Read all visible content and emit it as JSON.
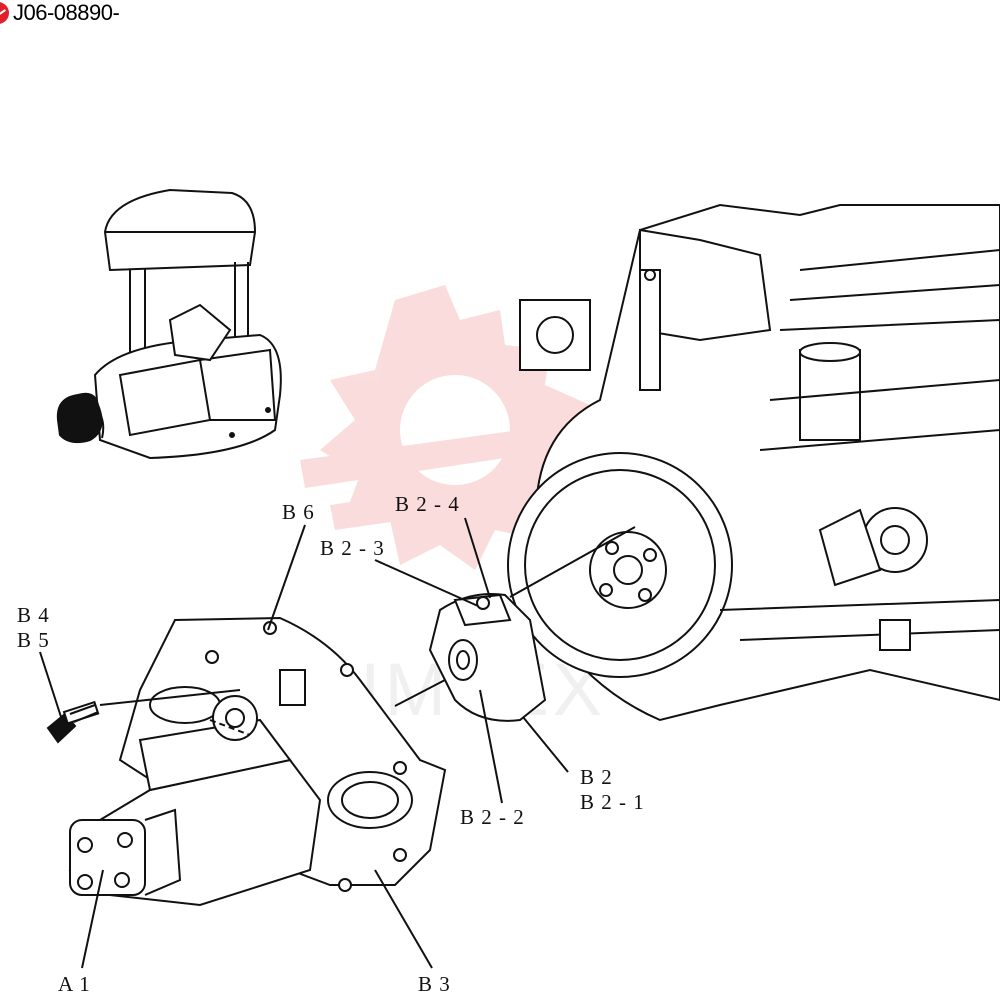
{
  "header": {
    "serial_text": "J06-08890-",
    "mark_color": "#e0212b"
  },
  "watermark": {
    "text": "IMTEX",
    "color": "#f7c9c9"
  },
  "labels": {
    "B6": "B 6",
    "B2_4": "B 2 - 4",
    "B2_3": "B 2 - 3",
    "B4": "B 4",
    "B5": "B 5",
    "B2": "B 2",
    "B2_1": "B 2 - 1",
    "B2_2": "B 2 - 2",
    "A1": "A 1",
    "B3": "B 3"
  }
}
